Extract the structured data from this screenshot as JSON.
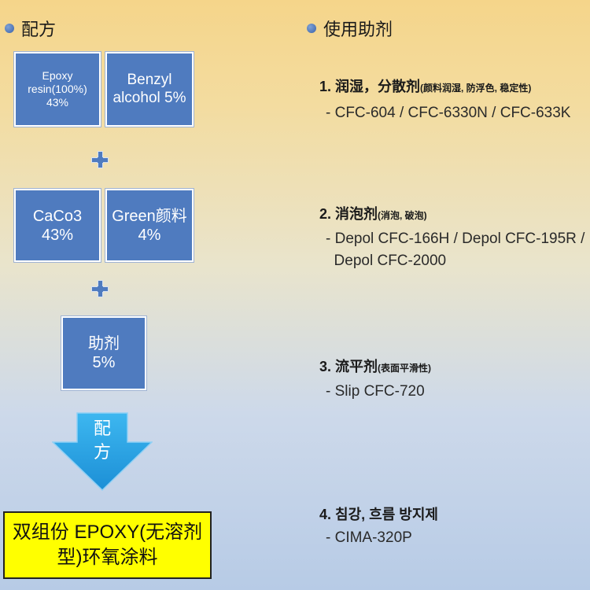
{
  "left_heading": "配方",
  "right_heading": "使用助剂",
  "boxes": {
    "epoxy": {
      "line1": "Epoxy",
      "line2": "resin(100%)",
      "line3": "43%"
    },
    "benzyl": {
      "line1": "Benzyl",
      "line2": "alcohol 5%"
    },
    "caco3": {
      "line1": "CaCo3",
      "line2": "43%"
    },
    "green": {
      "line1": "Green颜料",
      "line2": "4%"
    },
    "additive": {
      "line1": "助剂",
      "line2": "5%"
    }
  },
  "arrow": {
    "line1": "配",
    "line2": "方"
  },
  "result": {
    "line1": "双组份 EPOXY(无溶剂",
    "line2": "型)环氧涂料"
  },
  "items": [
    {
      "title": "1. 润湿，分散剂",
      "sub": "(颜料润湿, 防浮色, 稳定性)",
      "lines": [
        "- CFC-604 / CFC-6330N / CFC-633K"
      ]
    },
    {
      "title": "2. 消泡剂",
      "sub": "(消泡, 破泡)",
      "lines": [
        "- Depol CFC-166H / Depol CFC-195R /",
        "  Depol CFC-2000"
      ]
    },
    {
      "title": "3. 流平剂",
      "sub": "(表面平滑性)",
      "lines": [
        "- Slip CFC-720"
      ]
    },
    {
      "title": "4. 침강, 흐름 방지제",
      "sub": "",
      "lines": [
        "- CIMA-320P"
      ]
    }
  ],
  "colors": {
    "box": "#4f7bbf",
    "result_bg": "#ffff00",
    "arrow": "#1ea5e6"
  }
}
